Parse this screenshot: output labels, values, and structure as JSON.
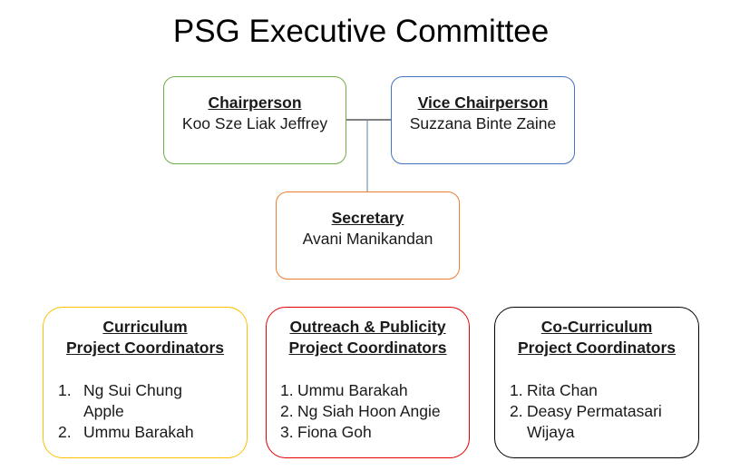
{
  "title": "PSG Executive Committee",
  "colors": {
    "chair_border": "#70ad47",
    "vice_border": "#4472c4",
    "secretary_border": "#ed7d31",
    "curriculum_border": "#ffc000",
    "outreach_border": "#e50000",
    "cocurriculum_border": "#000000",
    "connector_line": "#000000",
    "secretary_line": "#5b7fa6"
  },
  "chairperson": {
    "heading": "Chairperson",
    "name": "Koo Sze Liak Jeffrey"
  },
  "vice_chairperson": {
    "heading": "Vice Chairperson",
    "name": "Suzzana Binte Zaine"
  },
  "secretary": {
    "heading": "Secretary",
    "name": "Avani Manikandan"
  },
  "groups": [
    {
      "heading_line1": "Curriculum",
      "heading_line2": "Project Coordinators",
      "members": [
        {
          "num": "1.",
          "name": "Ng Sui Chung Apple"
        },
        {
          "num": "2.",
          "name": "Ummu Barakah"
        }
      ]
    },
    {
      "heading_line1": "Outreach & Publicity",
      "heading_line2": "Project Coordinators",
      "members": [
        {
          "num": "1.",
          "name": "Ummu Barakah"
        },
        {
          "num": "2.",
          "name": "Ng Siah Hoon Angie"
        },
        {
          "num": "3.",
          "name": "Fiona Goh"
        }
      ]
    },
    {
      "heading_line1": "Co-Curriculum",
      "heading_line2": "Project Coordinators",
      "members": [
        {
          "num": "1.",
          "name": "Rita Chan"
        },
        {
          "num": "2.",
          "name": "Deasy Permatasari Wijaya"
        }
      ]
    }
  ]
}
